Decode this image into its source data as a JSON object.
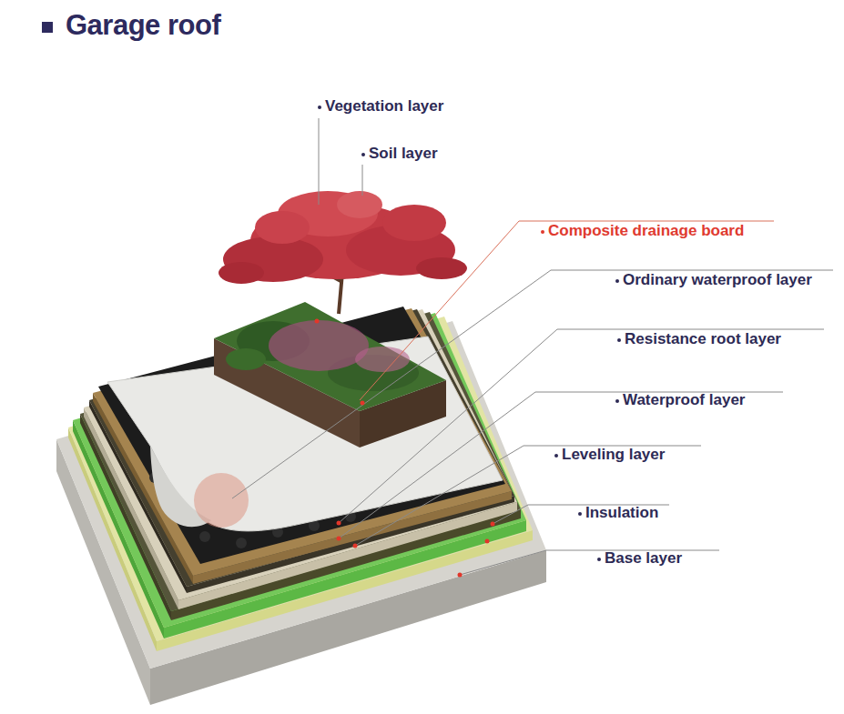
{
  "diagram": {
    "title": "Garage roof",
    "labels": [
      "Vegetation layer",
      "Soil layer",
      "Composite drainage board",
      "Ordinary waterproof layer",
      "Resistance root layer",
      "Waterproof layer",
      "Leveling layer",
      "Insulation",
      "Base layer"
    ]
  }
}
